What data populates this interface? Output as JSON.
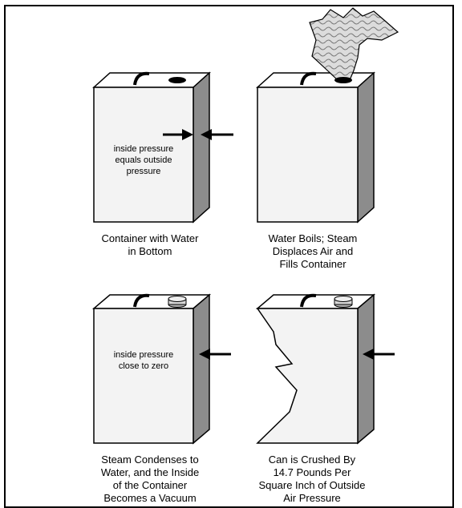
{
  "panels": [
    {
      "inside_text": [
        "inside pressure",
        "equals outside",
        "pressure"
      ],
      "caption": [
        "Container with Water",
        "in Bottom"
      ]
    },
    {
      "caption": [
        "Water Boils; Steam",
        "Displaces Air and",
        "Fills Container"
      ]
    },
    {
      "inside_text": [
        "inside pressure",
        "close to zero"
      ],
      "caption": [
        "Steam Condenses to",
        "Water, and the Inside",
        "of the Container",
        "Becomes a Vacuum"
      ]
    },
    {
      "caption": [
        "Can is Crushed By",
        "14.7 Pounds Per",
        "Square Inch of Outside",
        "Air Pressure"
      ]
    }
  ],
  "colors": {
    "can_face": "#f3f3f3",
    "can_side": "#8c8c8c",
    "can_top": "#ffffff",
    "outline": "#000000",
    "steam": "#b9b9b9"
  }
}
